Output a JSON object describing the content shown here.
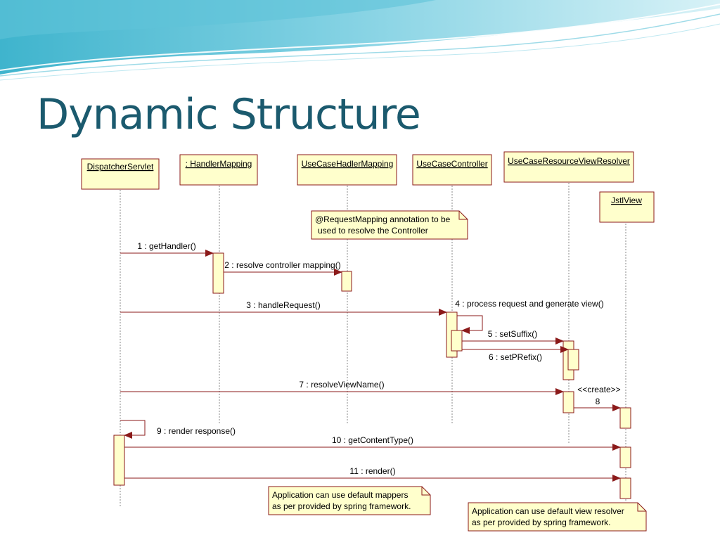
{
  "slide": {
    "title": "Dynamic Structure"
  },
  "objects": [
    {
      "id": "dispatcher",
      "label": "DispatcherServlet"
    },
    {
      "id": "handler",
      "label": ": HandlerMapping"
    },
    {
      "id": "hadler",
      "label": "UseCaseHadlerMapping"
    },
    {
      "id": "controller",
      "label": "UseCaseController"
    },
    {
      "id": "resolver",
      "label": "UseCaseResourceViewResolver"
    },
    {
      "id": "jstl",
      "label": "JstlView"
    }
  ],
  "messages": [
    {
      "label": "1 : getHandler()"
    },
    {
      "label": "2 : resolve controller mapping()"
    },
    {
      "label": "3 : handleRequest()"
    },
    {
      "label": "4 : process request and generate view()"
    },
    {
      "label": "5 : setSuffix()"
    },
    {
      "label": "6 : setPRefix()"
    },
    {
      "label": "7 : resolveViewName()"
    },
    {
      "label": "<<create>>"
    },
    {
      "label": "8"
    },
    {
      "label": "9 : render response()"
    },
    {
      "label": "10 : getContentType()"
    },
    {
      "label": "11 : render()"
    }
  ],
  "notes": {
    "request_mapping": [
      "@RequestMapping annotation to be",
      "used to resolve the Controller"
    ],
    "default_mappers": [
      "Application can  use default mappers",
      "as per provided by spring framework."
    ],
    "default_resolver": [
      "Application can  use default view resolver",
      "as per provided by spring framework."
    ]
  },
  "colors": {
    "title": "#1b5a6e",
    "box_fill": "#ffffcc",
    "box_stroke": "#8b1a1a",
    "message": "#8b1a1a",
    "banner_light": "#cdeef5",
    "banner_mid": "#7fd0e2",
    "banner_dark": "#3fb4cd"
  }
}
